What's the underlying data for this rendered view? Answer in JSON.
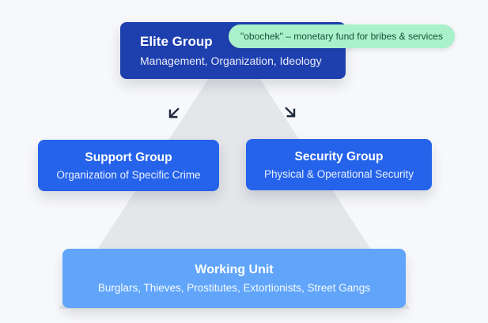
{
  "diagram": {
    "tooltip": "\"obochek\" – monetary fund for bribes & services",
    "nodes": {
      "elite": {
        "title": "Elite Group",
        "subtitle": "Management, Organization, Ideology"
      },
      "support": {
        "title": "Support Group",
        "subtitle": "Organization of Specific Crime"
      },
      "security": {
        "title": "Security Group",
        "subtitle": "Physical & Operational Security"
      },
      "working": {
        "title": "Working Unit",
        "subtitle": "Burglars, Thieves, Prostitutes, Extortionists, Street Gangs"
      }
    },
    "icons": {
      "arrow_left": "arrow-down-left-icon",
      "arrow_right": "arrow-down-right-icon"
    },
    "colors": {
      "background": "#f7f8fb",
      "triangle": "#e4e6ea",
      "elite_box": "#1e40af",
      "mid_box": "#2563eb",
      "working_box": "#60a5fa",
      "tooltip_bg": "#a9f1ca",
      "tooltip_text": "#155239",
      "arrow": "#1e293b"
    }
  }
}
